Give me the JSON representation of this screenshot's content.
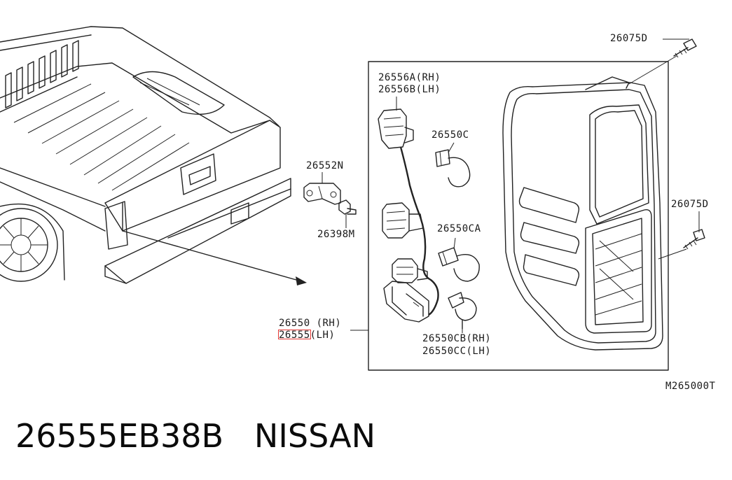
{
  "labels": {
    "bolt_top": "26075D",
    "bolt_right": "26075D",
    "socket_a": "26556A(RH)",
    "socket_b": "26556B(LH)",
    "bracket": "26552N",
    "bulb_c": "26550C",
    "clip": "26398M",
    "bulb_ca": "26550CA",
    "lamp_rh": "26550 (RH)",
    "lamp_lh": "26555(LH)",
    "bulb_cb": "26550CB(RH)",
    "bulb_cc": "26550CC(LH)",
    "diagram_code": "M265000T"
  },
  "caption": {
    "part_number": "26555EB38B",
    "brand": "NISSAN"
  },
  "colors": {
    "line": "#222222",
    "highlight": "#e53935",
    "background": "#ffffff"
  }
}
